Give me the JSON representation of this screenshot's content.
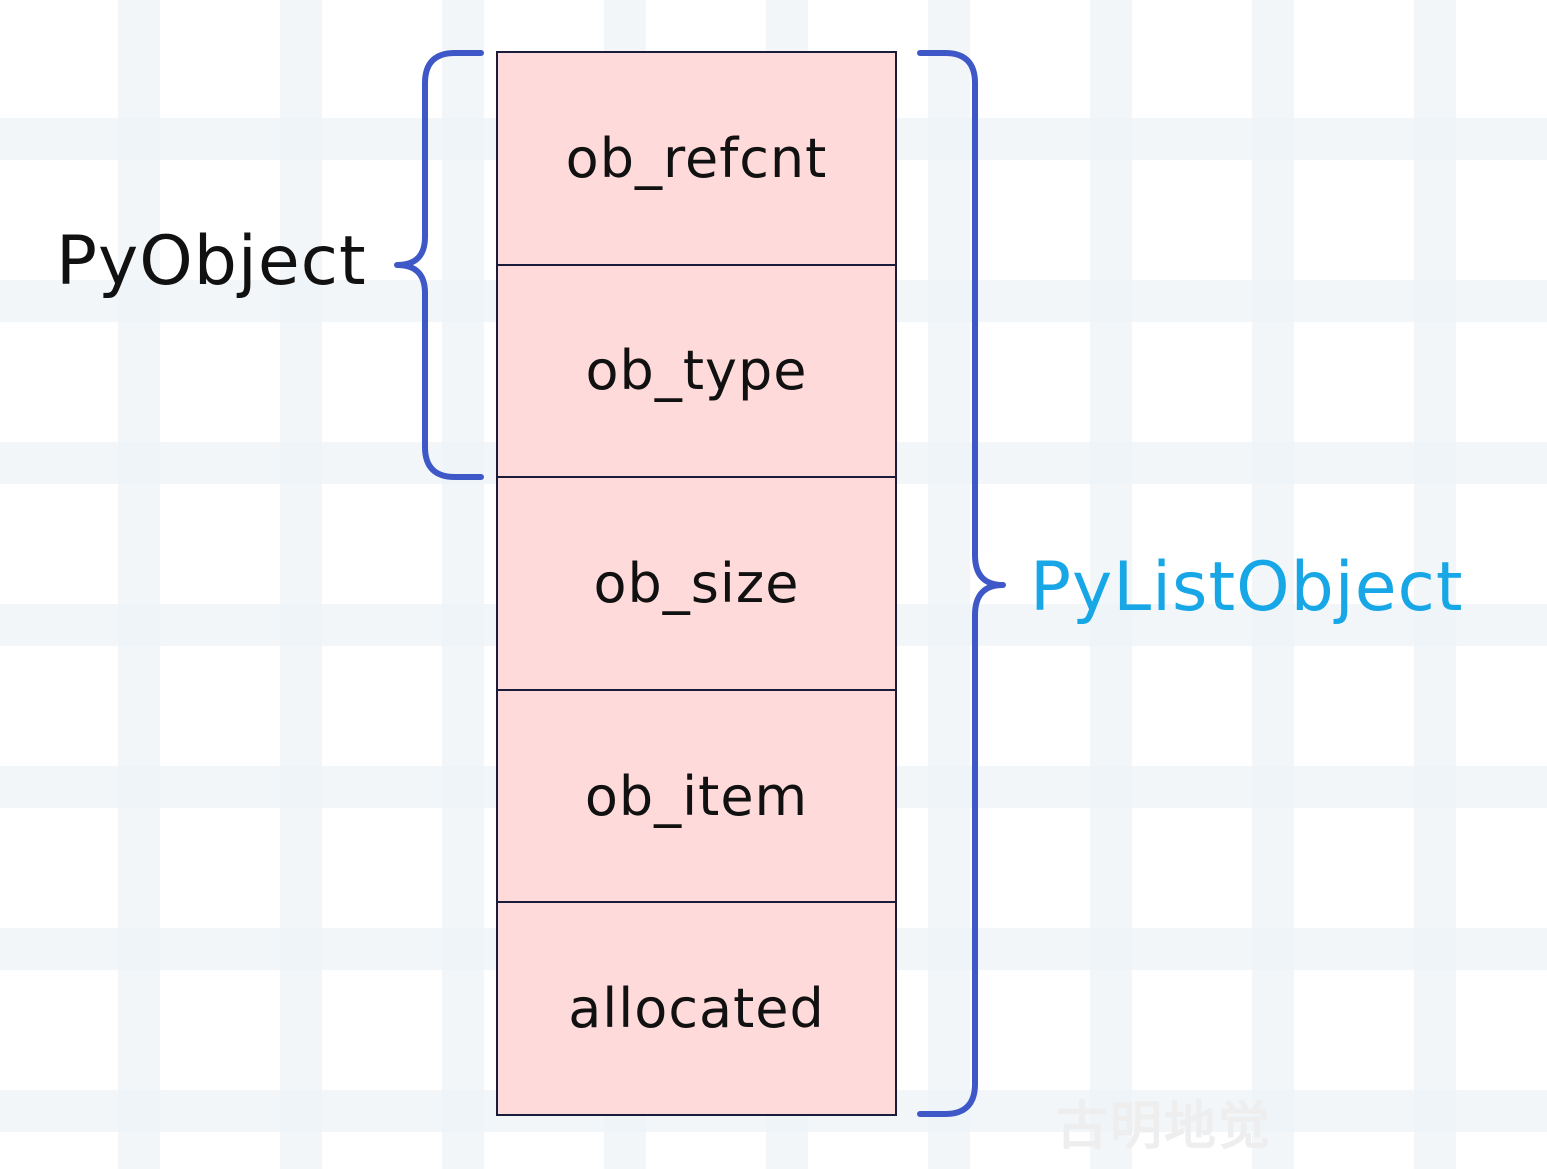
{
  "fields": [
    "ob_refcnt",
    "ob_type",
    "ob_size",
    "ob_item",
    "allocated"
  ],
  "labels": {
    "left": "PyObject",
    "right": "PyListObject"
  },
  "watermark": "古明地觉",
  "colors": {
    "cell_fill": "#ffdada",
    "cell_border": "#1b1b3a",
    "brace": "#3f58c7",
    "right_label": "#18a7e6",
    "text": "#111111"
  }
}
